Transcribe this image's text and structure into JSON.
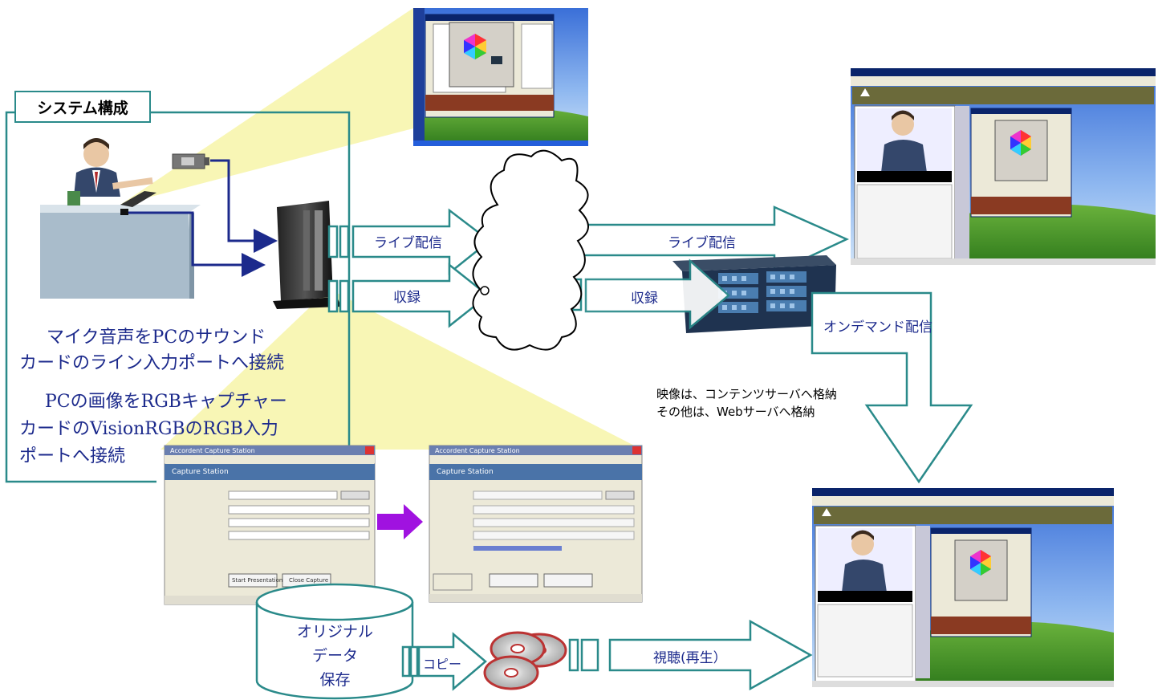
{
  "title": "システム構成",
  "description": {
    "line1": "マイク音声をPCのサウンド",
    "line2": "カードのライン入力ポートへ接続",
    "line3": "PCの画像をRGBキャプチャー",
    "line4": "カードのVisionRGBのRGB入力",
    "line5": "ポートへ接続"
  },
  "arrows": {
    "live1": "ライブ配信",
    "record1": "収録",
    "live2": "ライブ配信",
    "record2": "収録",
    "ondemand": "オンデマンド配信",
    "copy": "コピー",
    "playback": "視聴(再生）"
  },
  "storage_note": {
    "line1": "映像は、コンテンツサーバへ格納",
    "line2": "その他は、Webサーバへ格納"
  },
  "database": {
    "line1": "オリジナル",
    "line2": "データ",
    "line3": "保存"
  },
  "capture_window": {
    "title": "Accordent Capture Station",
    "header": "Capture Station",
    "start_button": "Start Presentation",
    "close_button": "Close Capture"
  },
  "colors": {
    "teal": "#2a8a8a",
    "navy": "#1c2a8c",
    "yellow": "#f7f4a8",
    "purple": "#a012e0"
  }
}
